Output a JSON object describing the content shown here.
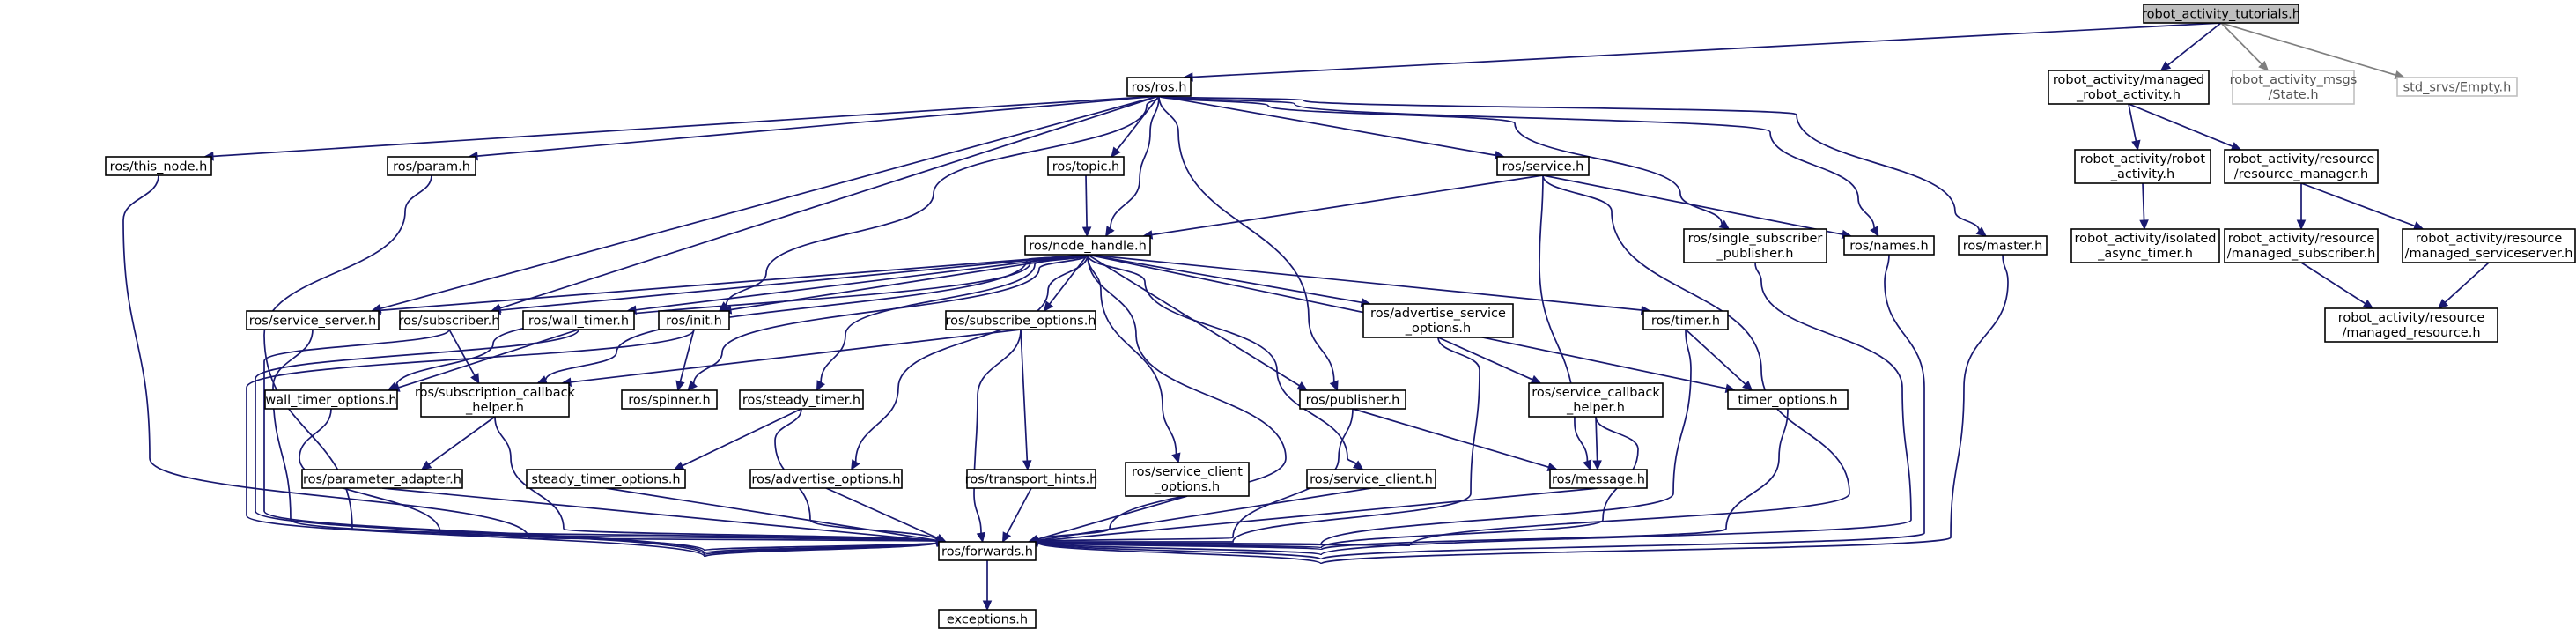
{
  "title": "robot_activity_tutorials.h",
  "nodes": [
    {
      "id": "root",
      "label": [
        "robot_activity_tutorials.h"
      ],
      "style": "root",
      "link": false
    },
    {
      "id": "ros",
      "label": [
        "ros/ros.h"
      ]
    },
    {
      "id": "mra",
      "label": [
        "robot_activity/managed",
        "_robot_activity.h"
      ]
    },
    {
      "id": "msgs",
      "label": [
        "robot_activity_msgs",
        "/State.h"
      ],
      "style": "ext",
      "link": false
    },
    {
      "id": "empty",
      "label": [
        "std_srvs/Empty.h"
      ],
      "style": "ext",
      "link": false
    },
    {
      "id": "thisnode",
      "label": [
        "ros/this_node.h"
      ]
    },
    {
      "id": "param",
      "label": [
        "ros/param.h"
      ]
    },
    {
      "id": "topic",
      "label": [
        "ros/topic.h"
      ]
    },
    {
      "id": "service",
      "label": [
        "ros/service.h"
      ]
    },
    {
      "id": "ra_robot",
      "label": [
        "robot_activity/robot",
        "_activity.h"
      ]
    },
    {
      "id": "resmgr",
      "label": [
        "robot_activity/resource",
        "/resource_manager.h"
      ]
    },
    {
      "id": "nodehandle",
      "label": [
        "ros/node_handle.h"
      ]
    },
    {
      "id": "singlesub",
      "label": [
        "ros/single_subscriber",
        "_publisher.h"
      ]
    },
    {
      "id": "names",
      "label": [
        "ros/names.h"
      ]
    },
    {
      "id": "master",
      "label": [
        "ros/master.h"
      ]
    },
    {
      "id": "isolated",
      "label": [
        "robot_activity/isolated",
        "_async_timer.h"
      ]
    },
    {
      "id": "mansub",
      "label": [
        "robot_activity/resource",
        "/managed_subscriber.h"
      ]
    },
    {
      "id": "mansrv",
      "label": [
        "robot_activity/resource",
        "/managed_serviceserver.h"
      ]
    },
    {
      "id": "svcserver",
      "label": [
        "ros/service_server.h"
      ]
    },
    {
      "id": "subscriber",
      "label": [
        "ros/subscriber.h"
      ]
    },
    {
      "id": "walltimer",
      "label": [
        "ros/wall_timer.h"
      ]
    },
    {
      "id": "init",
      "label": [
        "ros/init.h"
      ]
    },
    {
      "id": "subopts",
      "label": [
        "ros/subscribe_options.h"
      ]
    },
    {
      "id": "advsvcopts",
      "label": [
        "ros/advertise_service",
        "_options.h"
      ]
    },
    {
      "id": "timer",
      "label": [
        "ros/timer.h"
      ]
    },
    {
      "id": "manres",
      "label": [
        "robot_activity/resource",
        "/managed_resource.h"
      ]
    },
    {
      "id": "walltimeropts",
      "label": [
        "wall_timer_options.h"
      ]
    },
    {
      "id": "subcb",
      "label": [
        "ros/subscription_callback",
        "_helper.h"
      ]
    },
    {
      "id": "spinner",
      "label": [
        "ros/spinner.h"
      ]
    },
    {
      "id": "steadytimer",
      "label": [
        "ros/steady_timer.h"
      ]
    },
    {
      "id": "publisher",
      "label": [
        "ros/publisher.h"
      ]
    },
    {
      "id": "svccb",
      "label": [
        "ros/service_callback",
        "_helper.h"
      ]
    },
    {
      "id": "timeropts",
      "label": [
        "timer_options.h"
      ]
    },
    {
      "id": "paramadapter",
      "label": [
        "ros/parameter_adapter.h"
      ]
    },
    {
      "id": "steadytimeropts",
      "label": [
        "steady_timer_options.h"
      ]
    },
    {
      "id": "advopts",
      "label": [
        "ros/advertise_options.h"
      ]
    },
    {
      "id": "transport",
      "label": [
        "ros/transport_hints.h"
      ]
    },
    {
      "id": "svcclientopts",
      "label": [
        "ros/service_client",
        "_options.h"
      ]
    },
    {
      "id": "svcclient",
      "label": [
        "ros/service_client.h"
      ]
    },
    {
      "id": "message",
      "label": [
        "ros/message.h"
      ]
    },
    {
      "id": "forwards",
      "label": [
        "ros/forwards.h"
      ]
    },
    {
      "id": "exceptions",
      "label": [
        "exceptions.h"
      ]
    }
  ],
  "edges": [
    [
      "root",
      "ros"
    ],
    [
      "root",
      "mra"
    ],
    [
      "root",
      "msgs"
    ],
    [
      "root",
      "empty"
    ],
    [
      "ros",
      "thisnode"
    ],
    [
      "ros",
      "param"
    ],
    [
      "ros",
      "topic"
    ],
    [
      "ros",
      "service"
    ],
    [
      "ros",
      "nodehandle"
    ],
    [
      "ros",
      "singlesub"
    ],
    [
      "ros",
      "names"
    ],
    [
      "ros",
      "master"
    ],
    [
      "ros",
      "svcserver"
    ],
    [
      "ros",
      "subscriber"
    ],
    [
      "ros",
      "init"
    ],
    [
      "ros",
      "publisher"
    ],
    [
      "mra",
      "ra_robot"
    ],
    [
      "mra",
      "resmgr"
    ],
    [
      "thisnode",
      "forwards"
    ],
    [
      "param",
      "forwards"
    ],
    [
      "topic",
      "nodehandle"
    ],
    [
      "service",
      "nodehandle"
    ],
    [
      "service",
      "names"
    ],
    [
      "service",
      "message"
    ],
    [
      "service",
      "forwards"
    ],
    [
      "ra_robot",
      "isolated"
    ],
    [
      "resmgr",
      "mansub"
    ],
    [
      "resmgr",
      "mansrv"
    ],
    [
      "mansub",
      "manres"
    ],
    [
      "mansrv",
      "manres"
    ],
    [
      "singlesub",
      "forwards"
    ],
    [
      "names",
      "forwards"
    ],
    [
      "master",
      "forwards"
    ],
    [
      "nodehandle",
      "svcserver"
    ],
    [
      "nodehandle",
      "subscriber"
    ],
    [
      "nodehandle",
      "walltimer"
    ],
    [
      "nodehandle",
      "init"
    ],
    [
      "nodehandle",
      "subopts"
    ],
    [
      "nodehandle",
      "advsvcopts"
    ],
    [
      "nodehandle",
      "timer"
    ],
    [
      "nodehandle",
      "spinner"
    ],
    [
      "nodehandle",
      "steadytimer"
    ],
    [
      "nodehandle",
      "publisher"
    ],
    [
      "nodehandle",
      "timeropts"
    ],
    [
      "nodehandle",
      "advopts"
    ],
    [
      "nodehandle",
      "svcclientopts"
    ],
    [
      "nodehandle",
      "svcclient"
    ],
    [
      "nodehandle",
      "walltimeropts"
    ],
    [
      "nodehandle",
      "forwards"
    ],
    [
      "nodehandle",
      "subcb"
    ],
    [
      "svcserver",
      "forwards"
    ],
    [
      "subscriber",
      "subcb"
    ],
    [
      "subscriber",
      "forwards"
    ],
    [
      "walltimer",
      "walltimeropts"
    ],
    [
      "walltimer",
      "forwards"
    ],
    [
      "init",
      "spinner"
    ],
    [
      "init",
      "forwards"
    ],
    [
      "subopts",
      "subcb"
    ],
    [
      "subopts",
      "transport"
    ],
    [
      "subopts",
      "forwards"
    ],
    [
      "advsvcopts",
      "svccb"
    ],
    [
      "advsvcopts",
      "forwards"
    ],
    [
      "timer",
      "timeropts"
    ],
    [
      "timer",
      "forwards"
    ],
    [
      "walltimeropts",
      "forwards"
    ],
    [
      "subcb",
      "paramadapter"
    ],
    [
      "subcb",
      "forwards"
    ],
    [
      "steadytimer",
      "steadytimeropts"
    ],
    [
      "steadytimer",
      "forwards"
    ],
    [
      "publisher",
      "message"
    ],
    [
      "publisher",
      "forwards"
    ],
    [
      "svccb",
      "message"
    ],
    [
      "svccb",
      "forwards"
    ],
    [
      "timeropts",
      "forwards"
    ],
    [
      "paramadapter",
      "forwards"
    ],
    [
      "steadytimeropts",
      "forwards"
    ],
    [
      "advopts",
      "forwards"
    ],
    [
      "transport",
      "forwards"
    ],
    [
      "svcclientopts",
      "forwards"
    ],
    [
      "svcclient",
      "forwards"
    ],
    [
      "message",
      "forwards"
    ],
    [
      "forwards",
      "exceptions"
    ]
  ]
}
